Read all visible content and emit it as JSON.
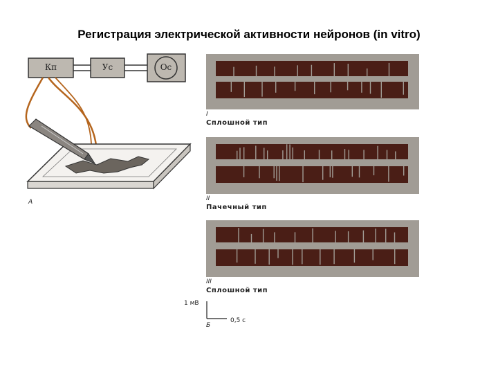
{
  "title": "Регистрация электрической активности нейронов (in vitro)",
  "apparatus": {
    "box1": "Кп",
    "box2": "Ус",
    "box3": "Ос",
    "fig_letter": "А"
  },
  "recordings": [
    {
      "numeral": "I",
      "type_label": "Сплошной тип"
    },
    {
      "numeral": "II",
      "type_label": "Пачечный тип"
    },
    {
      "numeral": "III",
      "type_label": "Сплошной тип"
    }
  ],
  "scale": {
    "voltage": "1 мВ",
    "time": "0,5 с",
    "fig_letter": "Б"
  },
  "colors": {
    "trace": "#4a1e16",
    "panel": "#a19c95",
    "electrode_wire": "#b5651d"
  }
}
